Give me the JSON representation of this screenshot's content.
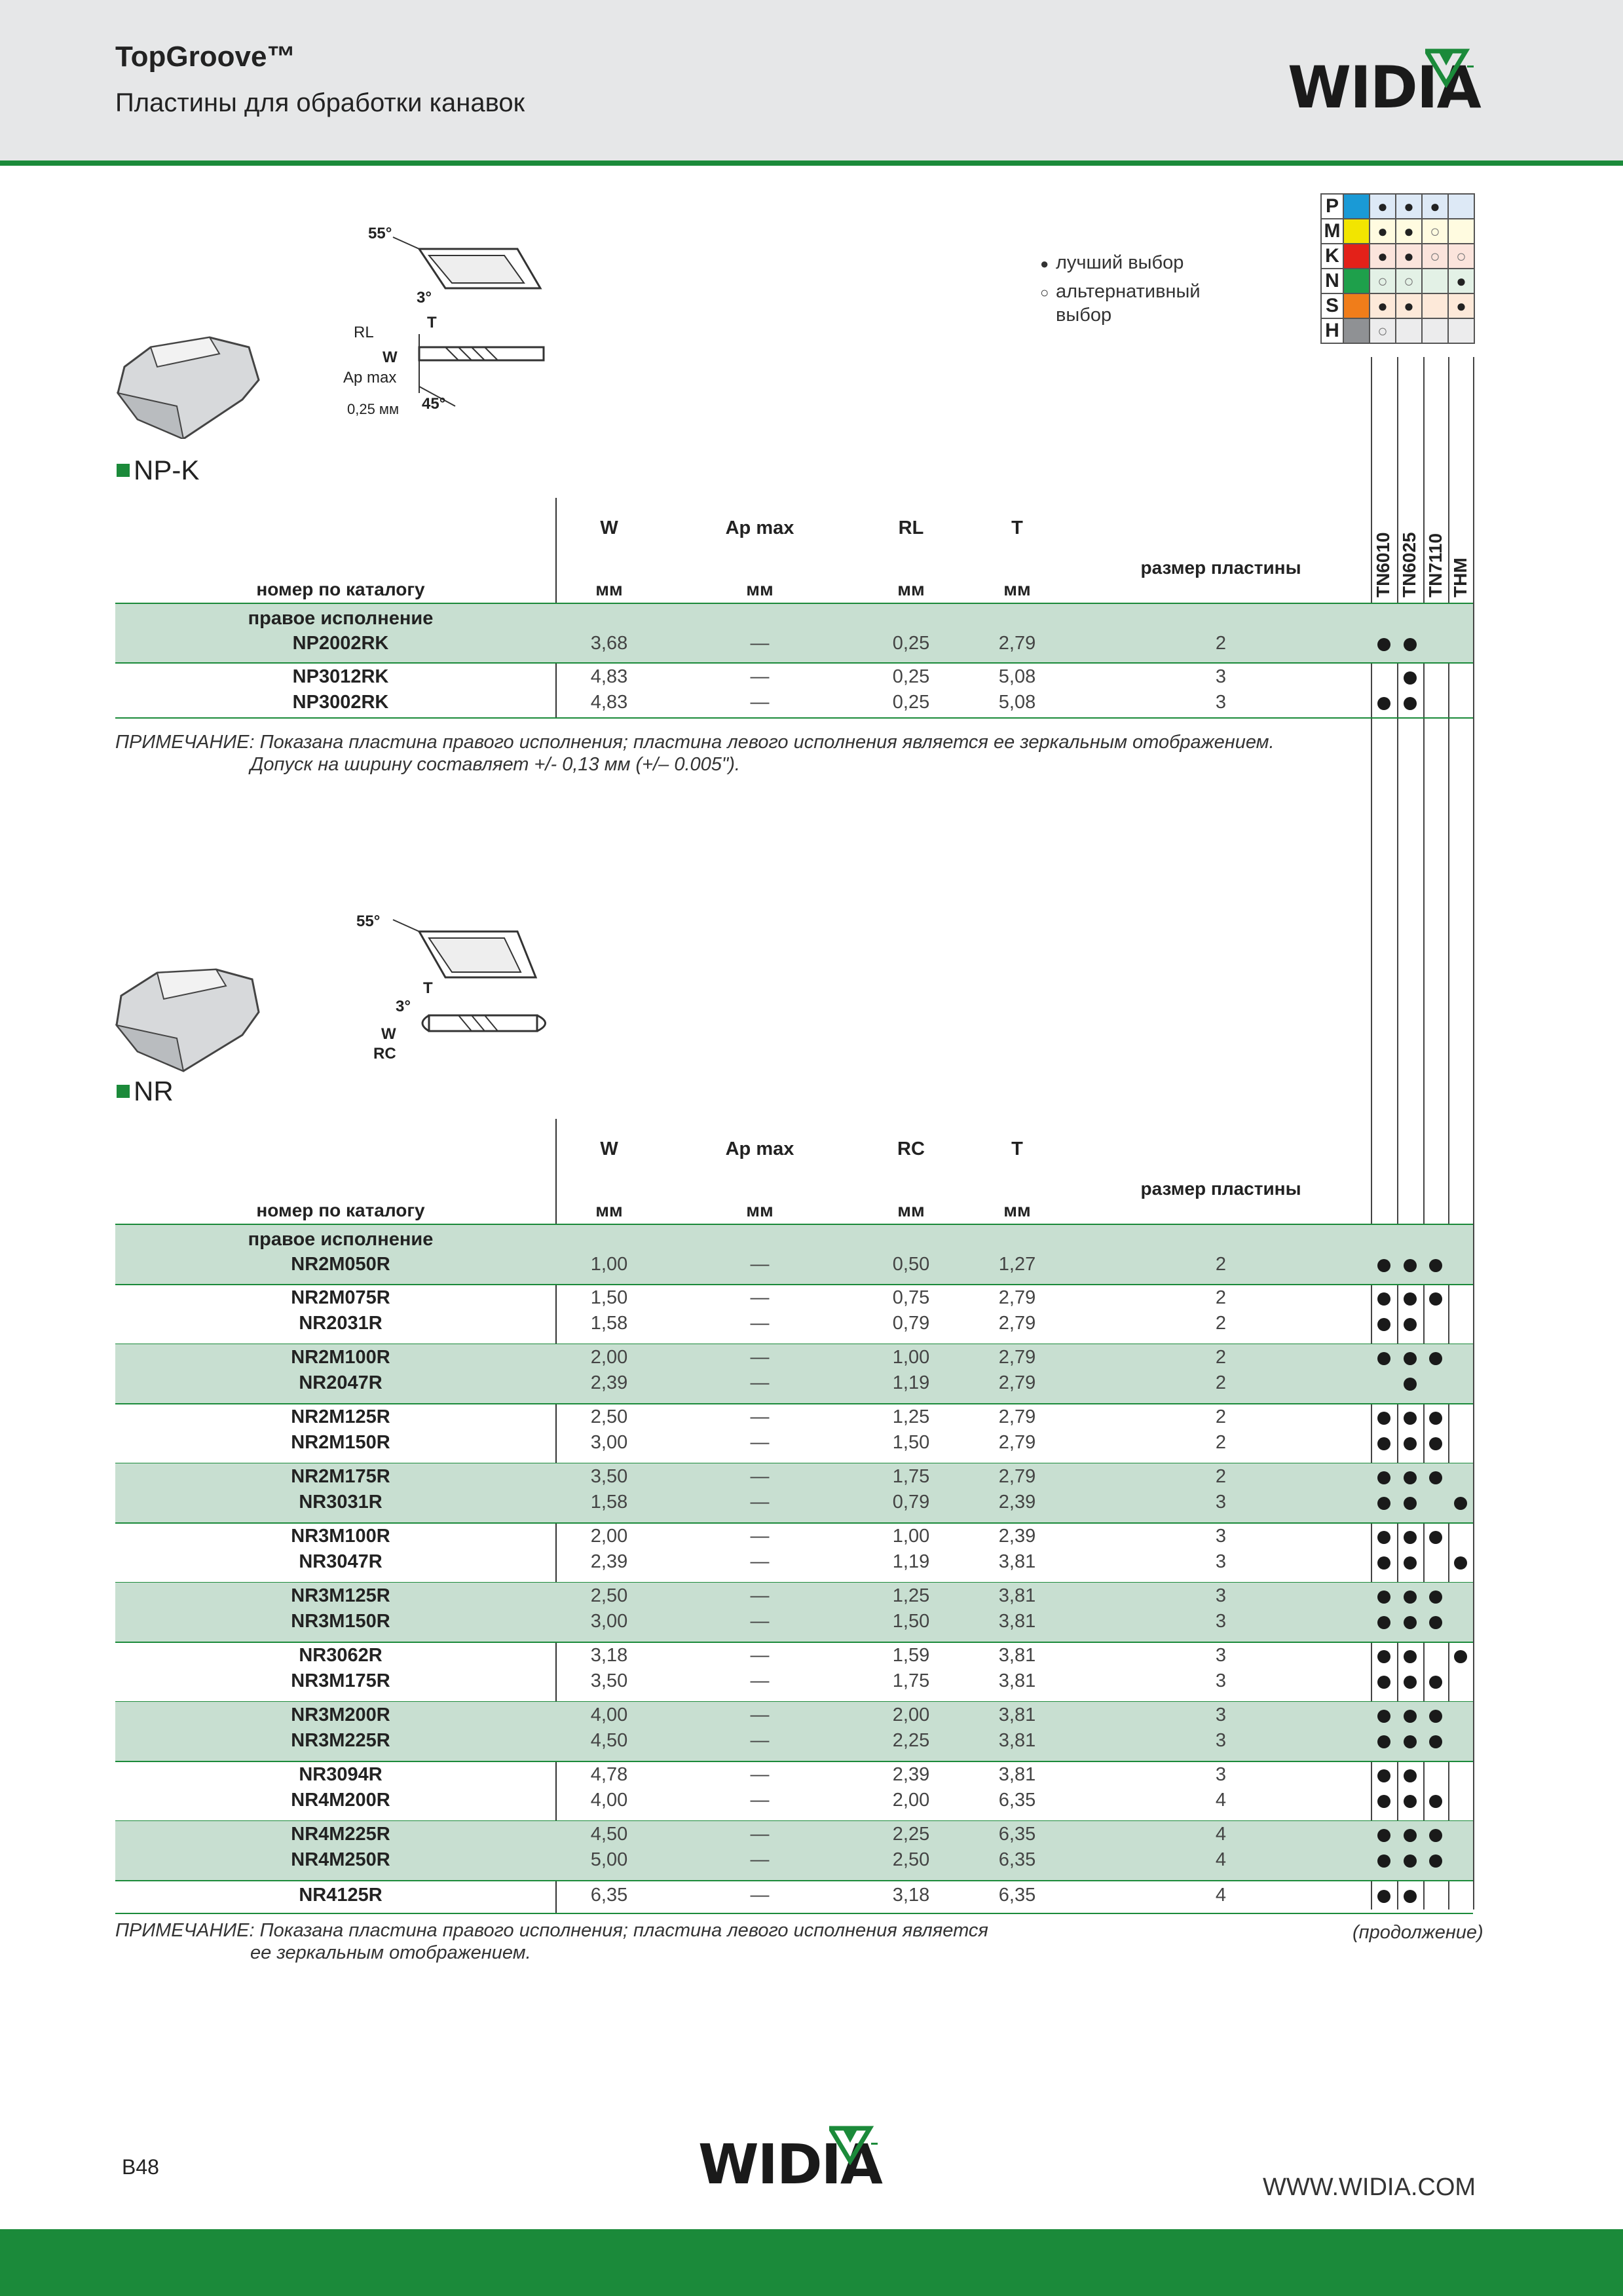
{
  "header": {
    "title": "TopGroove™",
    "subtitle": "Пластины для обработки канавок",
    "logo_text": "WIDIA"
  },
  "legend": {
    "best": "лучший выбор",
    "alternative": "альтернативный выбор"
  },
  "materials": [
    {
      "letter": "P",
      "color": "#1a9ad6",
      "marks": [
        "best",
        "best",
        "best",
        ""
      ]
    },
    {
      "letter": "M",
      "color": "#f2e500",
      "marks": [
        "best",
        "best",
        "alt",
        ""
      ]
    },
    {
      "letter": "K",
      "color": "#e32119",
      "marks": [
        "best",
        "best",
        "alt",
        "alt"
      ]
    },
    {
      "letter": "N",
      "color": "#1ea04b",
      "marks": [
        "alt",
        "alt",
        "",
        "best"
      ]
    },
    {
      "letter": "S",
      "color": "#f07d1a",
      "marks": [
        "best",
        "best",
        "",
        "best"
      ]
    },
    {
      "letter": "H",
      "color": "#8f9194",
      "marks": [
        "alt",
        "",
        "",
        ""
      ]
    }
  ],
  "grades": [
    "TN6010",
    "TN6025",
    "TN7110",
    "THM"
  ],
  "sections": [
    {
      "name": "NP-K",
      "diagram": {
        "angle1": "55°",
        "angle2": "3°",
        "rl": "RL",
        "t": "T",
        "w": "W",
        "apmax": "Ap max",
        "radius": "0,25 мм",
        "angle3": "45°"
      },
      "columns": {
        "code": "номер по каталогу",
        "w": "W",
        "ap": "Ap max",
        "r": "RL",
        "t": "T",
        "size": "размер пластины",
        "unit": "мм"
      },
      "rows": [
        {
          "group": "правое исполнение",
          "code": "NP2002RK",
          "w": "3,68",
          "ap": "—",
          "r": "0,25",
          "t": "2,79",
          "size": "2",
          "g": [
            1,
            1,
            0,
            0
          ]
        },
        {
          "code": "NP3012RK",
          "w": "4,83",
          "ap": "—",
          "r": "0,25",
          "t": "5,08",
          "size": "3",
          "g": [
            0,
            1,
            0,
            0
          ]
        },
        {
          "code": "NP3002RK",
          "w": "4,83",
          "ap": "—",
          "r": "0,25",
          "t": "5,08",
          "size": "3",
          "g": [
            1,
            1,
            0,
            0
          ]
        }
      ],
      "note": [
        "ПРИМЕЧАНИЕ: Показана пластина правого исполнения; пластина левого исполнения является ее зеркальным отображением.",
        "Допуск на ширину составляет +/- 0,13 мм (+/– 0.005\")."
      ]
    },
    {
      "name": "NR",
      "diagram": {
        "angle1": "55°",
        "t": "T",
        "angle2": "3°",
        "w": "W",
        "rc": "RC"
      },
      "columns": {
        "code": "номер по каталогу",
        "w": "W",
        "ap": "Ap max",
        "r": "RC",
        "t": "T",
        "size": "размер пластины",
        "unit": "мм"
      },
      "rows": [
        {
          "group": "правое исполнение",
          "code": "NR2M050R",
          "w": "1,00",
          "ap": "—",
          "r": "0,50",
          "t": "1,27",
          "size": "2",
          "g": [
            1,
            1,
            1,
            0
          ]
        },
        {
          "code": "NR2M075R",
          "w": "1,50",
          "ap": "—",
          "r": "0,75",
          "t": "2,79",
          "size": "2",
          "g": [
            1,
            1,
            1,
            0
          ]
        },
        {
          "code": "NR2031R",
          "w": "1,58",
          "ap": "—",
          "r": "0,79",
          "t": "2,79",
          "size": "2",
          "g": [
            1,
            1,
            0,
            0
          ]
        },
        {
          "code": "NR2M100R",
          "w": "2,00",
          "ap": "—",
          "r": "1,00",
          "t": "2,79",
          "size": "2",
          "g": [
            1,
            1,
            1,
            0
          ]
        },
        {
          "code": "NR2047R",
          "w": "2,39",
          "ap": "—",
          "r": "1,19",
          "t": "2,79",
          "size": "2",
          "g": [
            0,
            1,
            0,
            0
          ]
        },
        {
          "code": "NR2M125R",
          "w": "2,50",
          "ap": "—",
          "r": "1,25",
          "t": "2,79",
          "size": "2",
          "g": [
            1,
            1,
            1,
            0
          ]
        },
        {
          "code": "NR2M150R",
          "w": "3,00",
          "ap": "—",
          "r": "1,50",
          "t": "2,79",
          "size": "2",
          "g": [
            1,
            1,
            1,
            0
          ]
        },
        {
          "code": "NR2M175R",
          "w": "3,50",
          "ap": "—",
          "r": "1,75",
          "t": "2,79",
          "size": "2",
          "g": [
            1,
            1,
            1,
            0
          ]
        },
        {
          "code": "NR3031R",
          "w": "1,58",
          "ap": "—",
          "r": "0,79",
          "t": "2,39",
          "size": "3",
          "g": [
            1,
            1,
            0,
            1
          ]
        },
        {
          "code": "NR3M100R",
          "w": "2,00",
          "ap": "—",
          "r": "1,00",
          "t": "2,39",
          "size": "3",
          "g": [
            1,
            1,
            1,
            0
          ]
        },
        {
          "code": "NR3047R",
          "w": "2,39",
          "ap": "—",
          "r": "1,19",
          "t": "3,81",
          "size": "3",
          "g": [
            1,
            1,
            0,
            1
          ]
        },
        {
          "code": "NR3M125R",
          "w": "2,50",
          "ap": "—",
          "r": "1,25",
          "t": "3,81",
          "size": "3",
          "g": [
            1,
            1,
            1,
            0
          ]
        },
        {
          "code": "NR3M150R",
          "w": "3,00",
          "ap": "—",
          "r": "1,50",
          "t": "3,81",
          "size": "3",
          "g": [
            1,
            1,
            1,
            0
          ]
        },
        {
          "code": "NR3062R",
          "w": "3,18",
          "ap": "—",
          "r": "1,59",
          "t": "3,81",
          "size": "3",
          "g": [
            1,
            1,
            0,
            1
          ]
        },
        {
          "code": "NR3M175R",
          "w": "3,50",
          "ap": "—",
          "r": "1,75",
          "t": "3,81",
          "size": "3",
          "g": [
            1,
            1,
            1,
            0
          ]
        },
        {
          "code": "NR3M200R",
          "w": "4,00",
          "ap": "—",
          "r": "2,00",
          "t": "3,81",
          "size": "3",
          "g": [
            1,
            1,
            1,
            0
          ]
        },
        {
          "code": "NR3M225R",
          "w": "4,50",
          "ap": "—",
          "r": "2,25",
          "t": "3,81",
          "size": "3",
          "g": [
            1,
            1,
            1,
            0
          ]
        },
        {
          "code": "NR3094R",
          "w": "4,78",
          "ap": "—",
          "r": "2,39",
          "t": "3,81",
          "size": "3",
          "g": [
            1,
            1,
            0,
            0
          ]
        },
        {
          "code": "NR4M200R",
          "w": "4,00",
          "ap": "—",
          "r": "2,00",
          "t": "6,35",
          "size": "4",
          "g": [
            1,
            1,
            1,
            0
          ]
        },
        {
          "code": "NR4M225R",
          "w": "4,50",
          "ap": "—",
          "r": "2,25",
          "t": "6,35",
          "size": "4",
          "g": [
            1,
            1,
            1,
            0
          ]
        },
        {
          "code": "NR4M250R",
          "w": "5,00",
          "ap": "—",
          "r": "2,50",
          "t": "6,35",
          "size": "4",
          "g": [
            1,
            1,
            1,
            0
          ]
        },
        {
          "code": "NR4125R",
          "w": "6,35",
          "ap": "—",
          "r": "3,18",
          "t": "6,35",
          "size": "4",
          "g": [
            1,
            1,
            0,
            0
          ]
        }
      ],
      "note": [
        "ПРИМЕЧАНИЕ: Показана пластина правого исполнения; пластина левого исполнения является",
        "ее зеркальным отображением."
      ],
      "continued": "(продолжение)"
    }
  ],
  "footer": {
    "page": "B48",
    "url": "WWW.WIDIA.COM",
    "logo_text": "WIDIA"
  }
}
